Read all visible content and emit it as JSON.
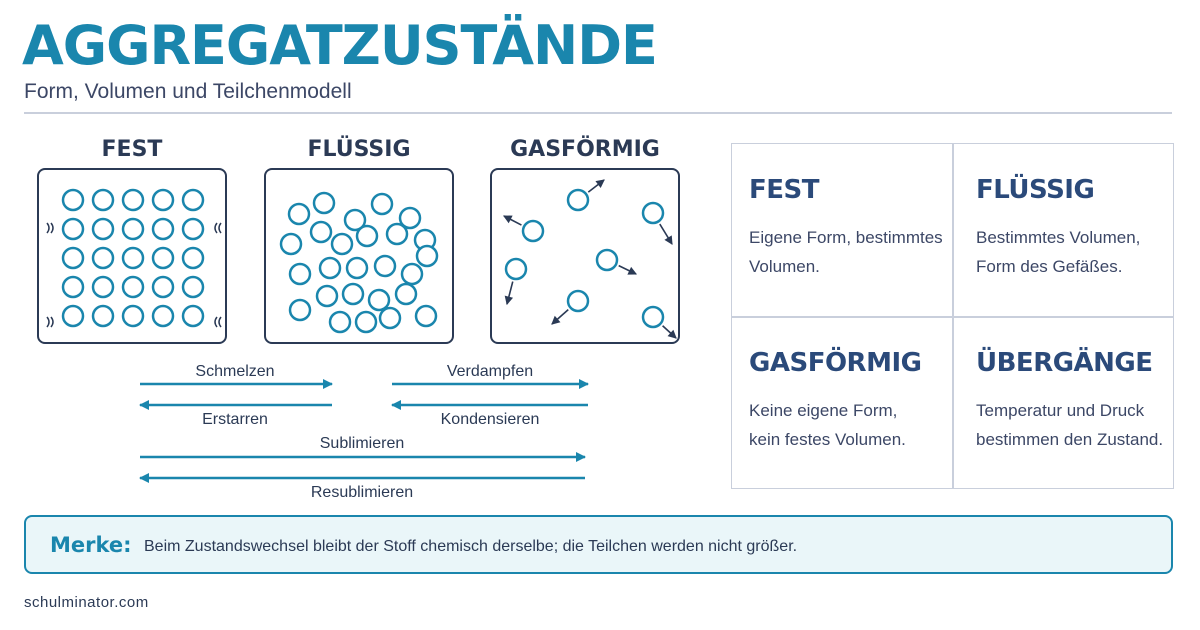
{
  "header": {
    "title": "AGGREGATZUSTÄNDE",
    "subtitle": "Form, Volumen und Teilchenmodell"
  },
  "states": [
    {
      "label": "FEST"
    },
    {
      "label": "FLÜSSIG"
    },
    {
      "label": "GASFÖRMIG"
    }
  ],
  "transitions": {
    "schmelzen": "Schmelzen",
    "erstarren": "Erstarren",
    "verdampfen": "Verdampfen",
    "kondensieren": "Kondensieren",
    "sublimieren": "Sublimieren",
    "resublimieren": "Resublimieren"
  },
  "info_grid": [
    {
      "title": "FEST",
      "lines": [
        "Eigene Form, bestimmtes",
        "Volumen."
      ]
    },
    {
      "title": "FLÜSSIG",
      "lines": [
        "Bestimmtes Volumen,",
        "Form des Gefäßes."
      ]
    },
    {
      "title": "GASFÖRMIG",
      "lines": [
        "Keine eigene Form,",
        "kein festes Volumen."
      ]
    },
    {
      "title": "ÜBERGÄNGE",
      "lines": [
        "Temperatur und Druck",
        "bestimmen den Zustand."
      ]
    }
  ],
  "note": {
    "label": "Merke:",
    "text": "Beim Zustandswechsel bleibt der Stoff chemisch derselbe; die Teilchen werden nicht größer."
  },
  "footer": {
    "source": "schulminator.com"
  },
  "colors": {
    "accent": "#1a86ad",
    "dark": "#2b3a55",
    "heading": "#2b4a7a",
    "grid_line": "#c9cfdc",
    "note_bg": "#eaf6f9"
  }
}
